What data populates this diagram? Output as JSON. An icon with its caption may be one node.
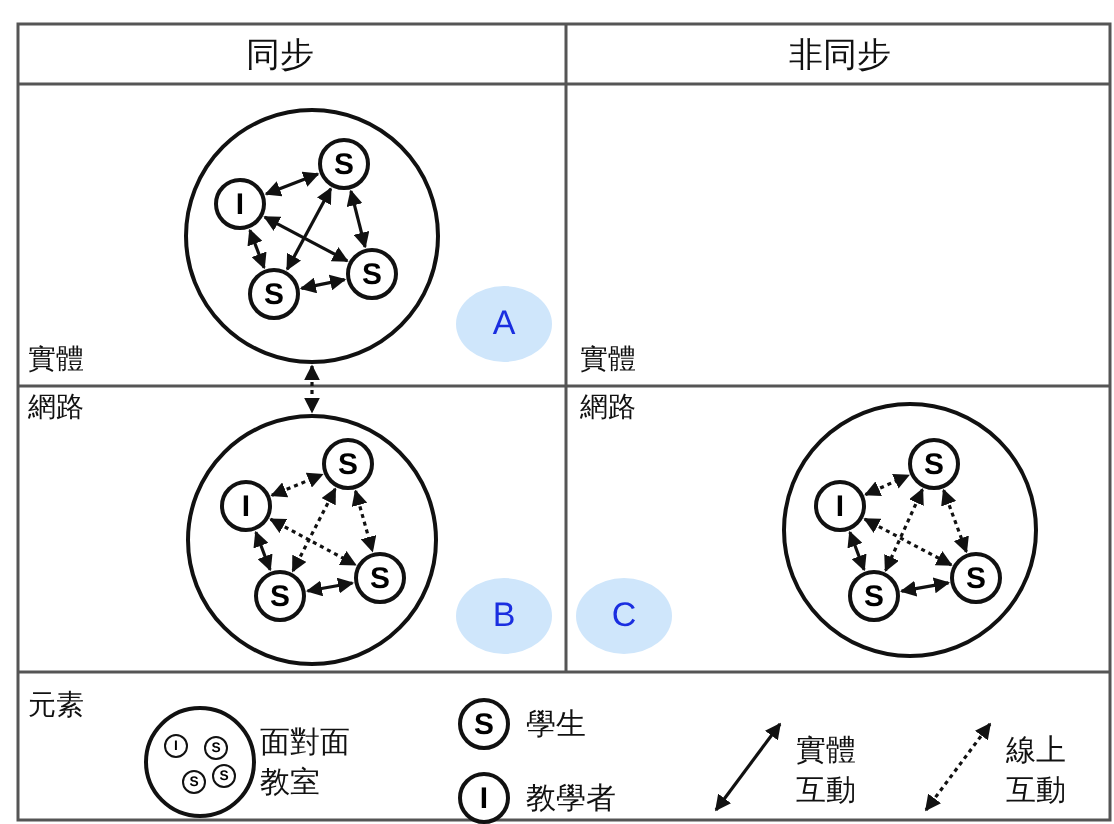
{
  "diagram": {
    "nodes": [
      {
        "text": [],
        "shape": "circle"
      },
      {
        "text": [
          "I"
        ],
        "in": 0
      },
      {
        "text": [
          "S"
        ],
        "in": 0
      },
      {
        "text": [
          "S"
        ],
        "in": 0
      },
      {
        "text": [
          "S"
        ],
        "in": 0
      },
      {
        "text": [
          "A"
        ]
      },
      {
        "text": [],
        "shape": "circle"
      },
      {
        "text": [
          "I"
        ],
        "in": 6
      },
      {
        "text": [
          "S"
        ],
        "in": 6
      },
      {
        "text": [
          "S"
        ],
        "in": 6
      },
      {
        "text": [
          "S"
        ],
        "in": 6
      },
      {
        "text": [
          "B"
        ]
      },
      {
        "text": [
          "C"
        ]
      },
      {
        "text": [],
        "shape": "circle"
      },
      {
        "text": [
          "I"
        ],
        "in": 13
      },
      {
        "text": [
          "S"
        ],
        "in": 13
      },
      {
        "text": [
          "S"
        ],
        "in": 13
      },
      {
        "text": [
          "S"
        ],
        "in": 13
      },
      {
        "text": [],
        "shape": "circle",
        "beside": [
          "面對面教室"
        ]
      },
      {
        "text": [
          "I"
        ],
        "in": 18
      },
      {
        "text": [
          "S"
        ],
        "in": 18
      },
      {
        "text": [
          "S"
        ],
        "in": 18
      },
      {
        "text": [
          "S"
        ],
        "in": 18
      },
      {
        "text": [
          "S"
        ],
        "beside": [
          "學生"
        ]
      },
      {
        "text": [
          "I"
        ],
        "beside": [
          "教學者"
        ]
      }
    ],
    "edges": [
      {
        "from": 1,
        "to": 2,
        "arrow": "both"
      },
      {
        "from": 1,
        "to": 3,
        "arrow": "both"
      },
      {
        "from": 1,
        "to": 4,
        "arrow": "both"
      },
      {
        "from": 2,
        "to": 4,
        "arrow": "both"
      },
      {
        "from": 2,
        "to": 3,
        "arrow": "both"
      },
      {
        "from": 3,
        "to": 4,
        "arrow": "both"
      },
      {
        "from": 0,
        "to": 6,
        "arrow": "both",
        "style": "dashed"
      },
      {
        "from": 7,
        "to": 8,
        "arrow": "both",
        "style": "dashed"
      },
      {
        "from": 7,
        "to": 9,
        "arrow": "both",
        "style": "dashed"
      },
      {
        "from": 7,
        "to": 10,
        "arrow": "both"
      },
      {
        "from": 8,
        "to": 10,
        "arrow": "both",
        "style": "dashed"
      },
      {
        "from": 8,
        "to": 9,
        "arrow": "both",
        "style": "dashed"
      },
      {
        "from": 9,
        "to": 10,
        "arrow": "both"
      },
      {
        "from": 14,
        "to": 15,
        "arrow": "both",
        "style": "dashed"
      },
      {
        "from": 14,
        "to": 16,
        "arrow": "both",
        "style": "dashed"
      },
      {
        "from": 14,
        "to": 17,
        "arrow": "both"
      },
      {
        "from": 15,
        "to": 17,
        "arrow": "both",
        "style": "dashed"
      },
      {
        "from": 15,
        "to": 16,
        "arrow": "both",
        "style": "dashed"
      },
      {
        "from": 16,
        "to": 17,
        "arrow": "both"
      }
    ],
    "labels": [
      "同步",
      "非同步",
      "實體",
      "實體",
      "網路",
      "網路",
      "元素"
    ],
    "legend": [
      {
        "text": "實體互動"
      },
      {
        "text": "線上互動"
      }
    ]
  }
}
